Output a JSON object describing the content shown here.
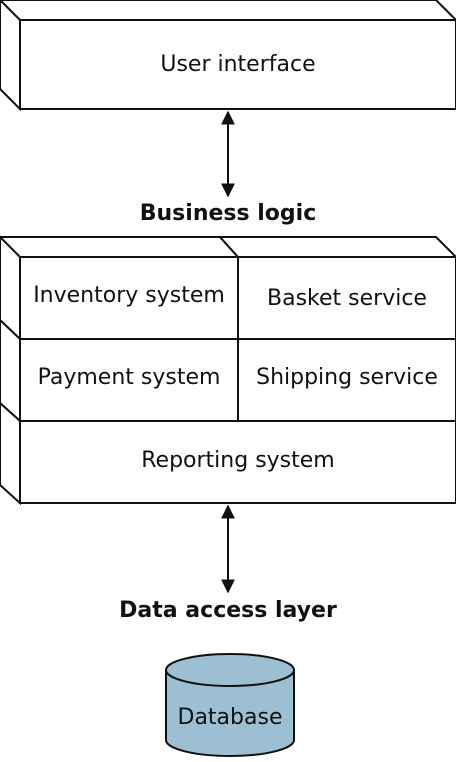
{
  "layers": {
    "ui": {
      "label": "User interface"
    },
    "business": {
      "title": "Business logic",
      "components": {
        "inventory": "Inventory system",
        "basket": "Basket service",
        "payment": "Payment system",
        "shipping": "Shipping service",
        "reporting": "Reporting system"
      }
    },
    "data_access": {
      "title": "Data access layer"
    },
    "database": {
      "label": "Database"
    }
  },
  "colors": {
    "stroke": "#111111",
    "box_fill": "#ffffff",
    "database_fill": "#9cbfd4"
  }
}
